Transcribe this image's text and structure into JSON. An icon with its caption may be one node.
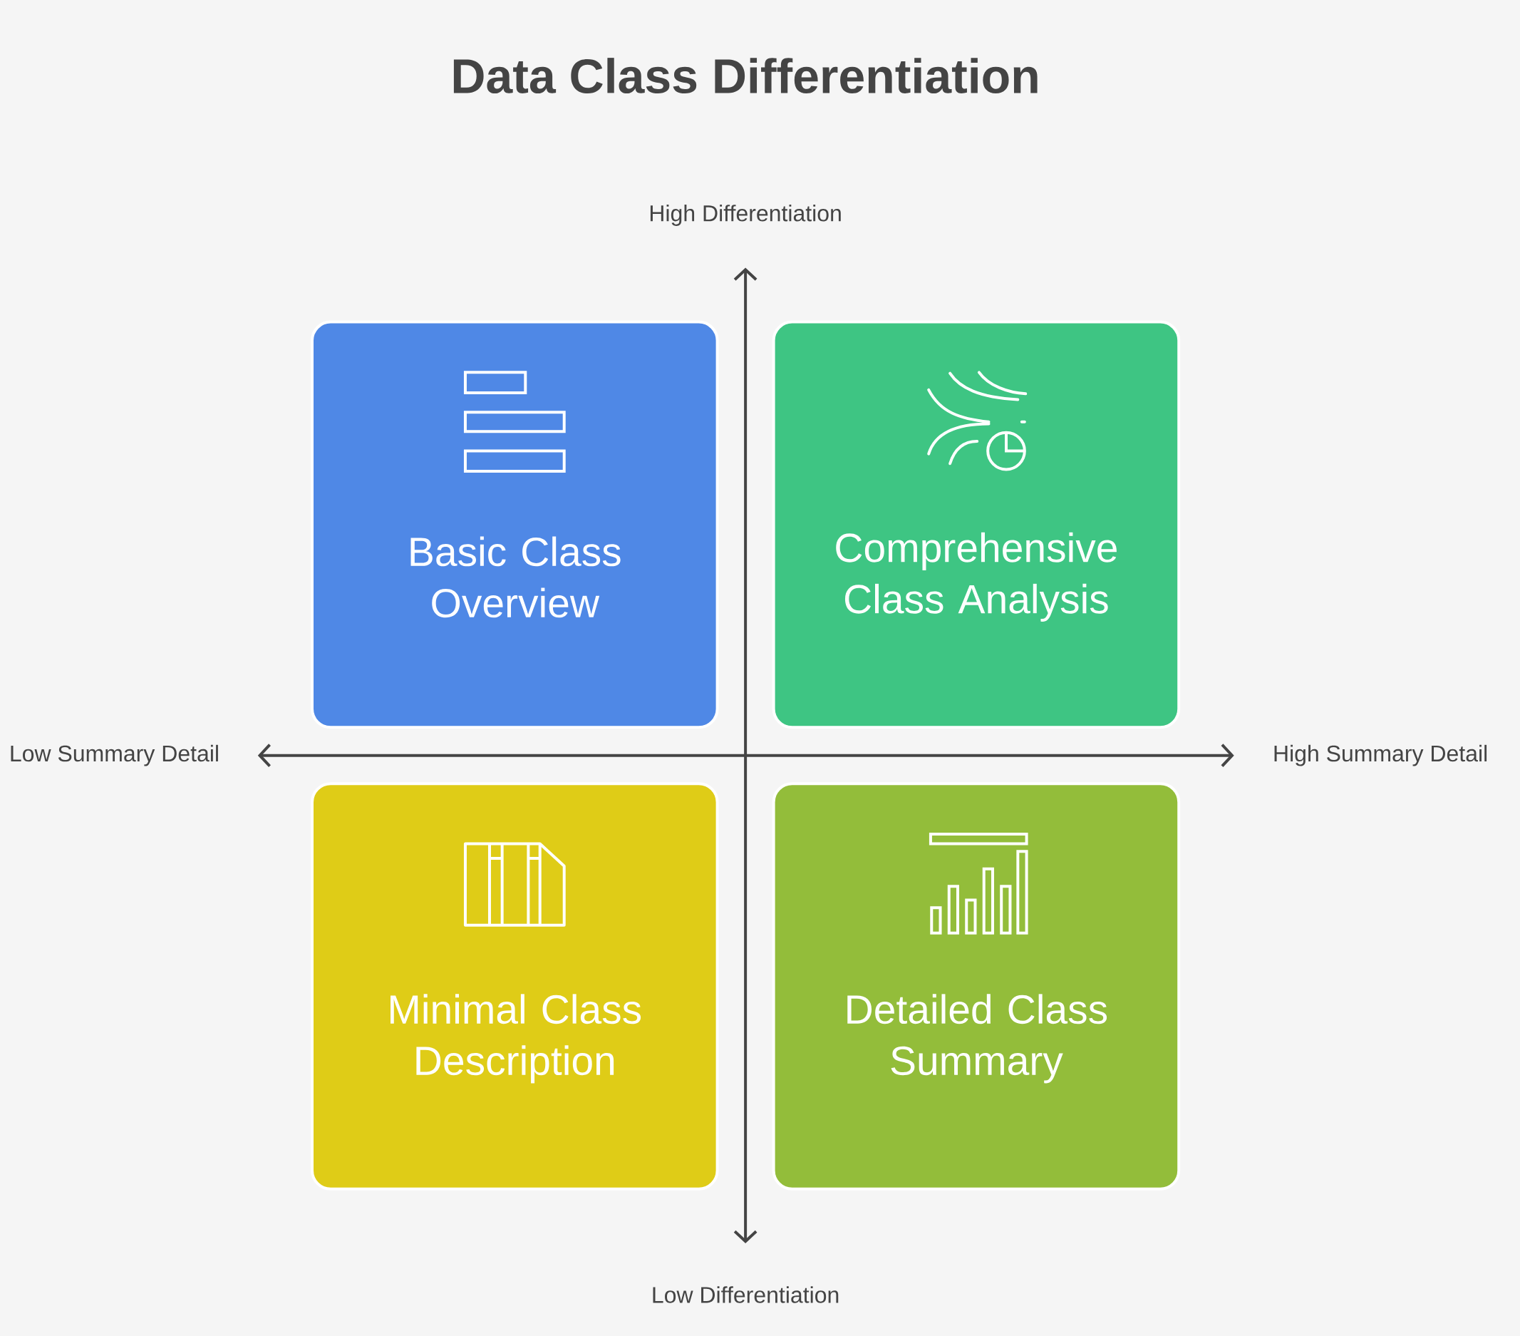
{
  "diagram": {
    "title": "Data Class Differentiation",
    "nodes": [
      {
        "text": [
          "Basic Class Overview"
        ]
      },
      {
        "text": [
          "Comprehensive Class Analysis"
        ]
      },
      {
        "text": [
          "Minimal Class Description"
        ]
      },
      {
        "text": [
          "Detailed Class Summary"
        ]
      }
    ],
    "labels": [
      "High Differentiation",
      "Low Summary Detail",
      "High Summary Detail",
      "Low Differentiation"
    ]
  }
}
